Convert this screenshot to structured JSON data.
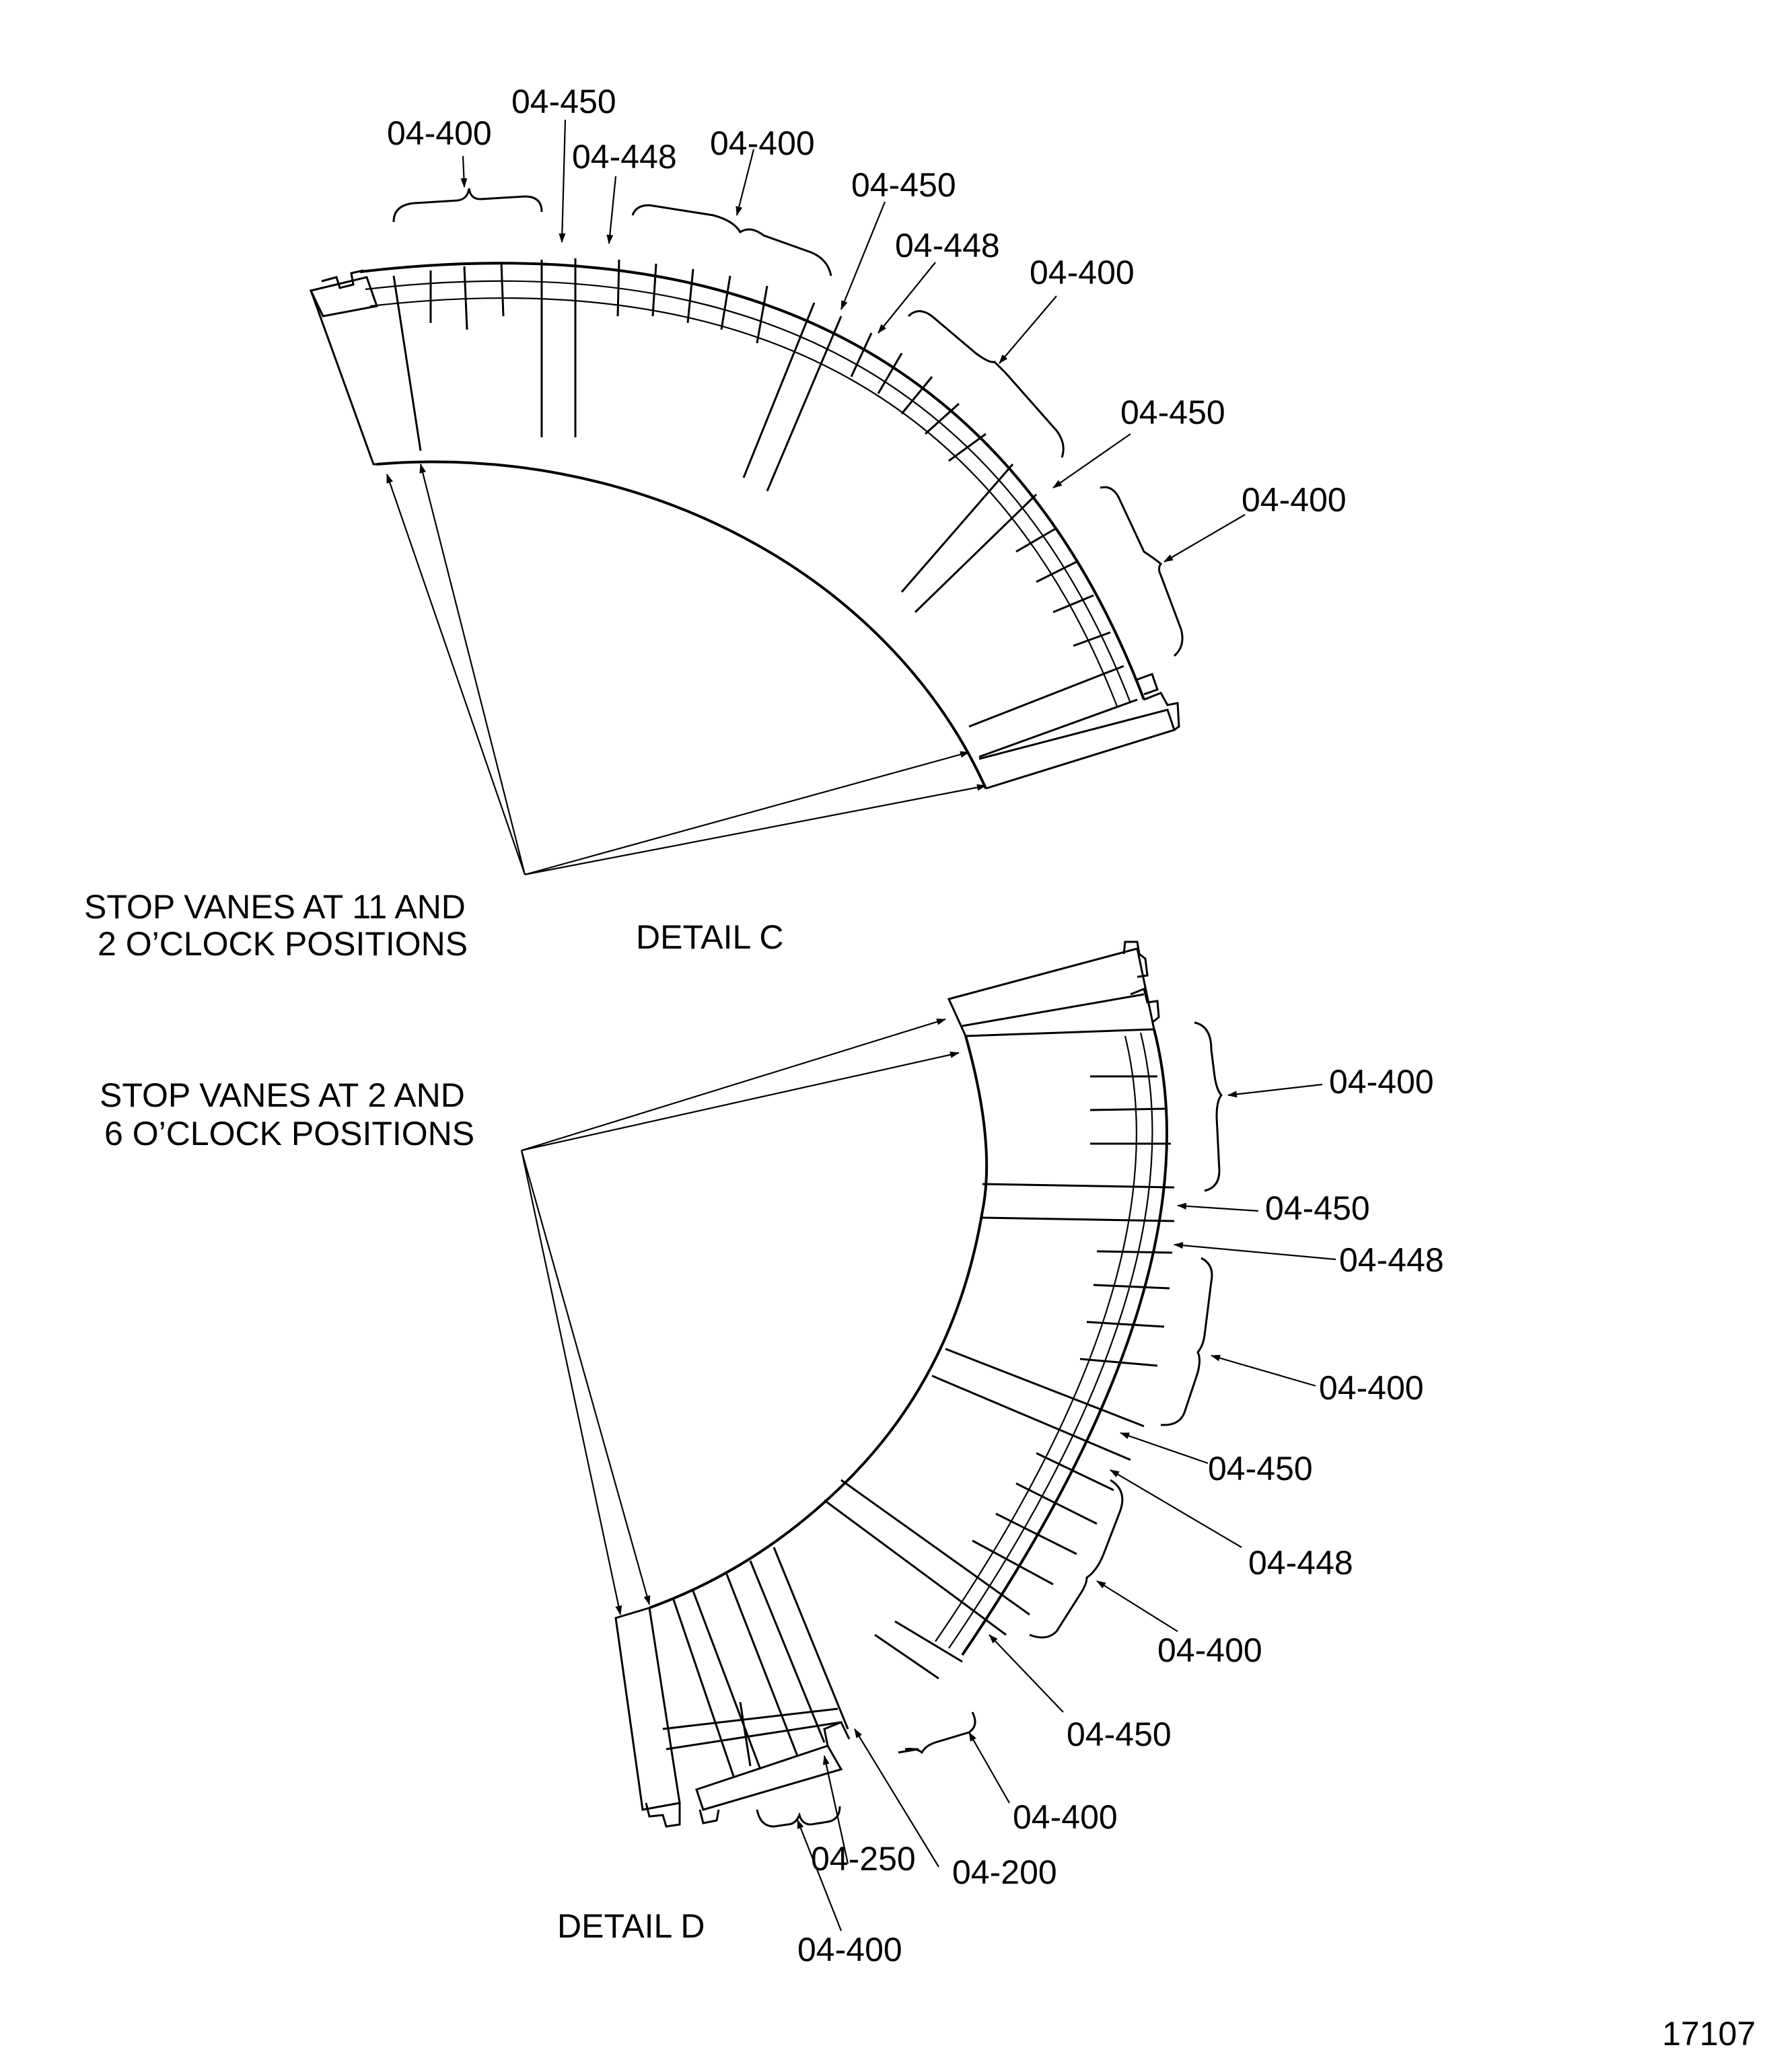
{
  "figure_number": "17107",
  "detail_c": {
    "title": "DETAIL C",
    "stop_note_line1": "STOP VANES AT 11 AND",
    "stop_note_line2": "2 O’CLOCK POSITIONS",
    "callouts": [
      "04-400",
      "04-450",
      "04-448",
      "04-400",
      "04-450",
      "04-448",
      "04-400",
      "04-450",
      "04-400"
    ]
  },
  "detail_d": {
    "title": "DETAIL D",
    "stop_note_line1": "STOP VANES AT 2 AND",
    "stop_note_line2": "6 O’CLOCK POSITIONS",
    "callouts": [
      "04-400",
      "04-450",
      "04-448",
      "04-400",
      "04-450",
      "04-448",
      "04-400",
      "04-450",
      "04-400",
      "04-200",
      "04-250",
      "04-400"
    ]
  }
}
